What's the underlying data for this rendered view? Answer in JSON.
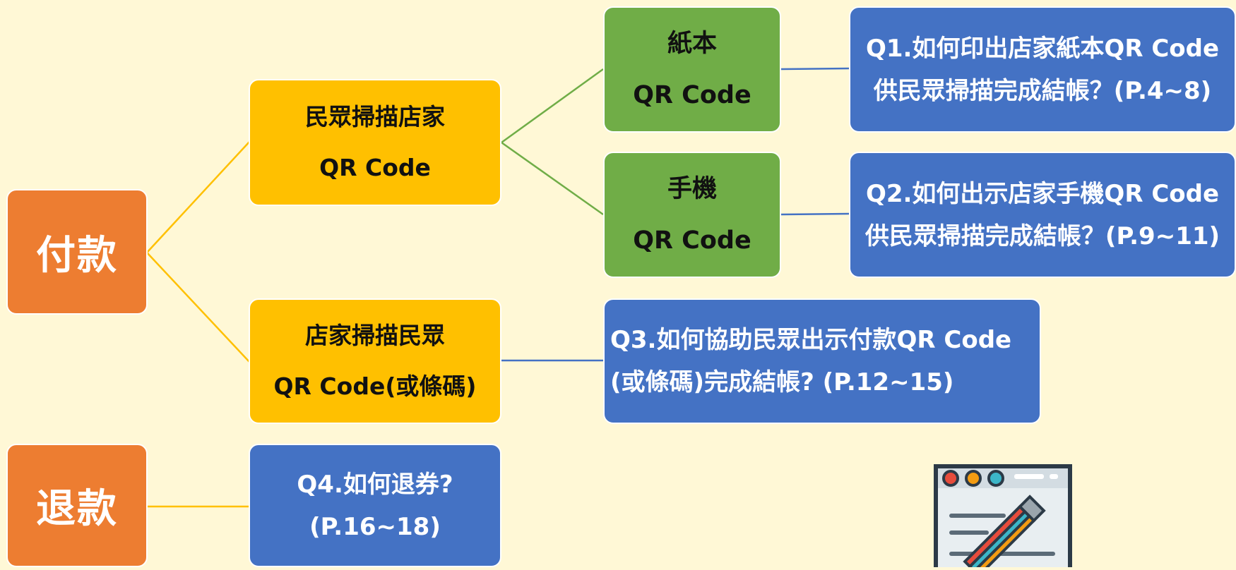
{
  "root_nodes": {
    "payment": "付款",
    "refund": "退款"
  },
  "payment_branches": {
    "customer_scans_store": {
      "line1": "民眾掃描店家",
      "line2": "QR Code"
    },
    "store_scans_customer": {
      "line1": "店家掃描民眾",
      "line2": "QR Code(或條碼)"
    }
  },
  "qr_types": {
    "paper": {
      "line1": "紙本",
      "line2": "QR Code"
    },
    "mobile": {
      "line1": "手機",
      "line2": "QR Code"
    }
  },
  "questions": {
    "q1": {
      "line1": "Q1.如何印出店家紙本QR Code",
      "line2": "供民眾掃描完成結帳？(P.4~8)"
    },
    "q2": {
      "line1": "Q2.如何出示店家手機QR Code",
      "line2": "供民眾掃描完成結帳？(P.9~11)"
    },
    "q3": {
      "line1": "Q3.如何協助民眾出示付款QR Code",
      "line2": "(或條碼)完成結帳? (P.12~15)"
    },
    "q4": {
      "line1": "Q4.如何退券?",
      "line2": "(P.16~18)"
    }
  },
  "colors": {
    "background": "#FFF8D6",
    "root": "#ED7D31",
    "branch": "#FFC000",
    "qr_type": "#70AD47",
    "question": "#4472C4",
    "connector_yellow": "#FFC000",
    "connector_green": "#70AD47",
    "connector_blue": "#4472C4"
  },
  "icons": {
    "document_edit": "document-pencil-icon"
  }
}
